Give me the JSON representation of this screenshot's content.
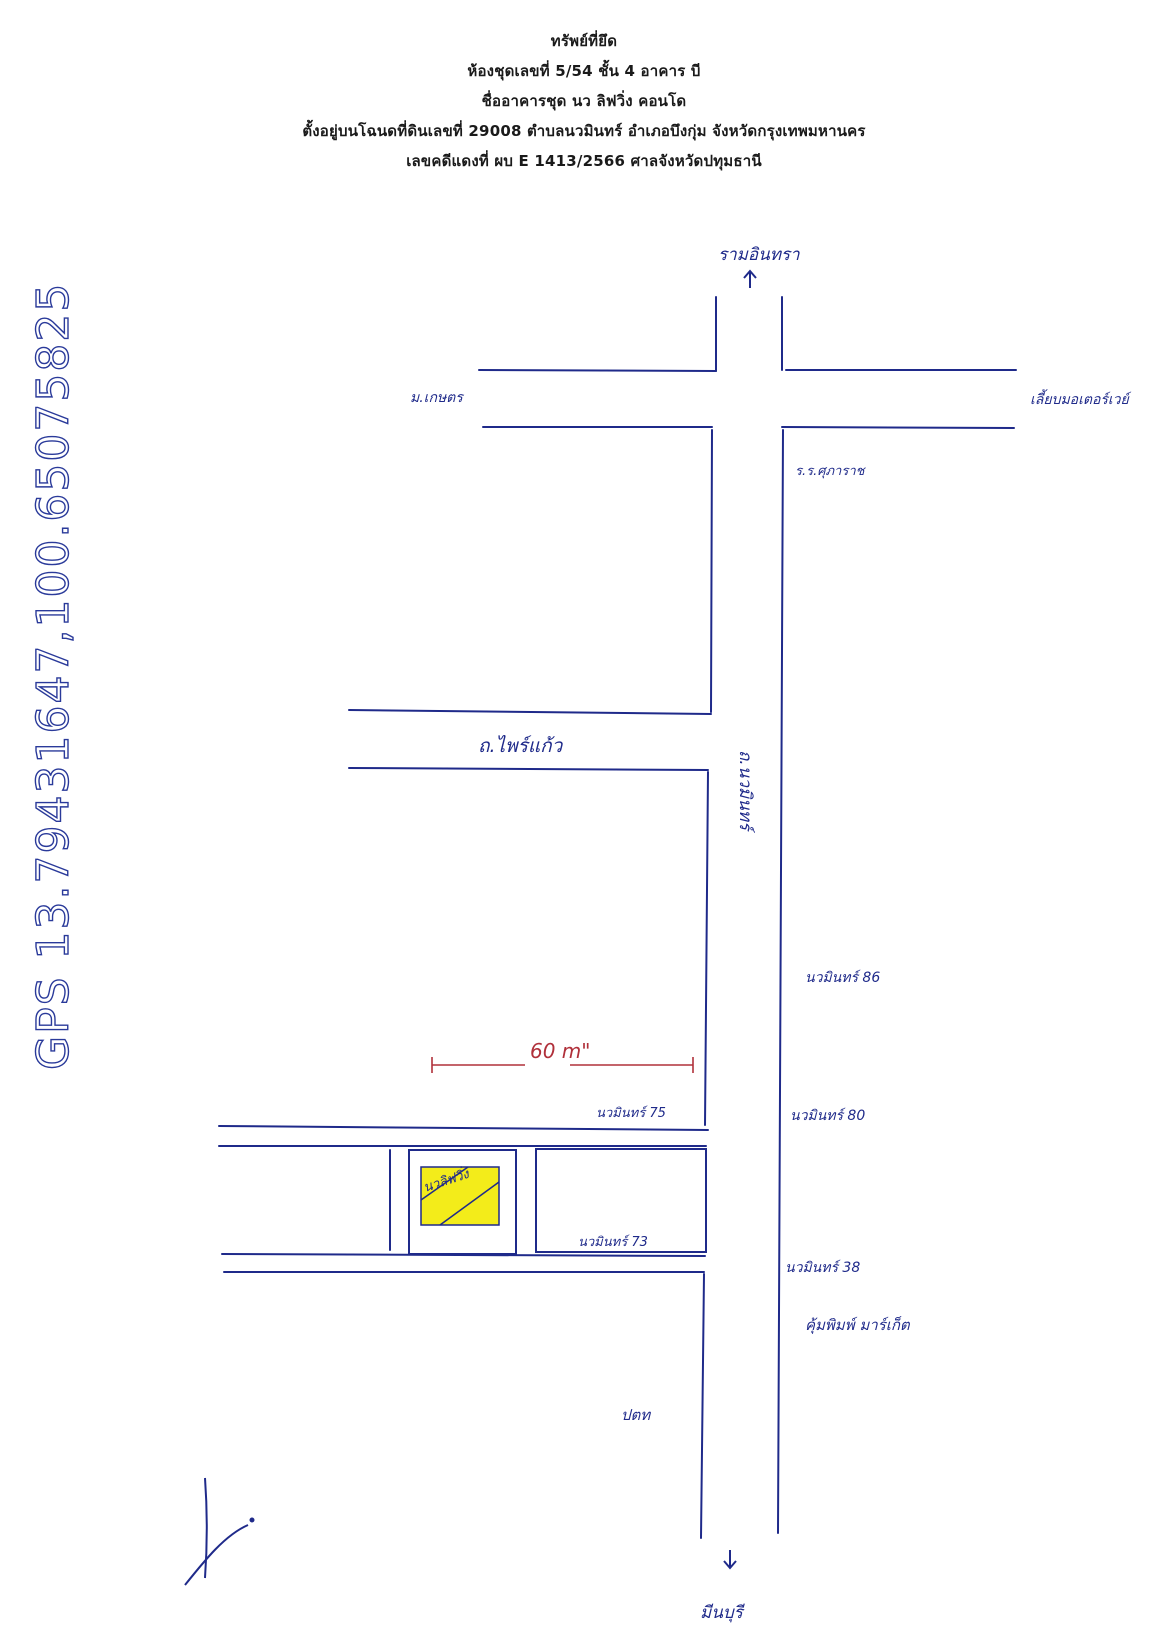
{
  "header": {
    "line1": "ทรัพย์ที่ยึด",
    "line2": "ห้องชุดเลขที่ 5/54  ชั้น 4 อาคาร บี",
    "line3": "ชื่ออาคารชุด นว ลิฟวิ่ง คอนโด",
    "line4": "ตั้งอยู่บนโฉนดที่ดินเลขที่ 29008  ตำบลนวมินทร์  อำเภอบึงกุ่ม จังหวัดกรุงเทพมหานคร",
    "line5": "เลขคดีแดงที่ ผบ E 1413/2566   ศาลจังหวัดปทุมธานี"
  },
  "map": {
    "north_direction": "รามอินทรา",
    "south_direction": "มีนบุรี",
    "left_cross_road": "ม.เกษตร",
    "right_cross_road": "เลี้ยบมอเตอร์เวย์",
    "landmark_upper_right": "ร.ร.ศุภาราช",
    "side_road_upper": "ถ.ไพร์แก้ว",
    "main_road": "ถ.นวมินทร์",
    "soi_86": "นวมินทร์ 86",
    "soi_75": "นวมินทร์ 75",
    "soi_80": "นวมินทร์ 80",
    "soi_73": "นวมินทร์ 73",
    "soi_38": "นวมินทร์ 38",
    "landmark_lower_right": "คุ้มพิมพ์ มาร์เก็ต",
    "landmark_lower_left": "ปตท",
    "distance": "60 m\"",
    "property_label": "นวลิฟวิ่ง",
    "gps": "GPS 13.79431647,100.65075825",
    "road_color": "#1f2a8a",
    "distance_color": "#b0303a",
    "property_color": "#f3ec1a"
  }
}
